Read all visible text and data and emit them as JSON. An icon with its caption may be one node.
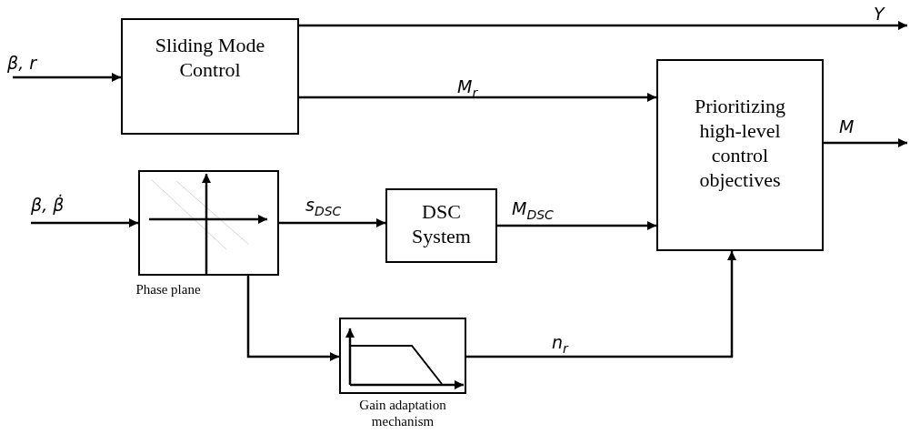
{
  "diagram": {
    "nodes": [
      {
        "text": [
          "Sliding Mode Control"
        ]
      },
      {
        "text": [
          "Prioritizing high-level control objectives"
        ]
      },
      {
        "text": [],
        "shape": "picture",
        "beside": [
          "Phase plane"
        ]
      },
      {
        "text": [
          "DSC System"
        ]
      },
      {
        "text": [],
        "shape": "picture",
        "beside": [
          "Gain adaptation mechanism"
        ]
      }
    ],
    "edges": [
      {
        "from": null,
        "to": 0,
        "arrow": "to",
        "label": "β, r"
      },
      {
        "from": 0,
        "to": null,
        "arrow": "to",
        "label": "Y"
      },
      {
        "from": 0,
        "to": 1,
        "arrow": "to",
        "label": "M$_{r}$"
      },
      {
        "from": null,
        "to": 2,
        "arrow": "to",
        "label": "β, β̇"
      },
      {
        "from": 2,
        "to": 3,
        "arrow": "to",
        "label": "s$_{DSC}$"
      },
      {
        "from": 3,
        "to": 1,
        "arrow": "to",
        "label": "M$_{DSC}$"
      },
      {
        "from": 2,
        "to": 4,
        "arrow": "to"
      },
      {
        "from": 4,
        "to": 1,
        "arrow": "to",
        "label": "n$_{r}$"
      },
      {
        "from": 1,
        "to": null,
        "arrow": "to",
        "label": "M"
      }
    ]
  }
}
